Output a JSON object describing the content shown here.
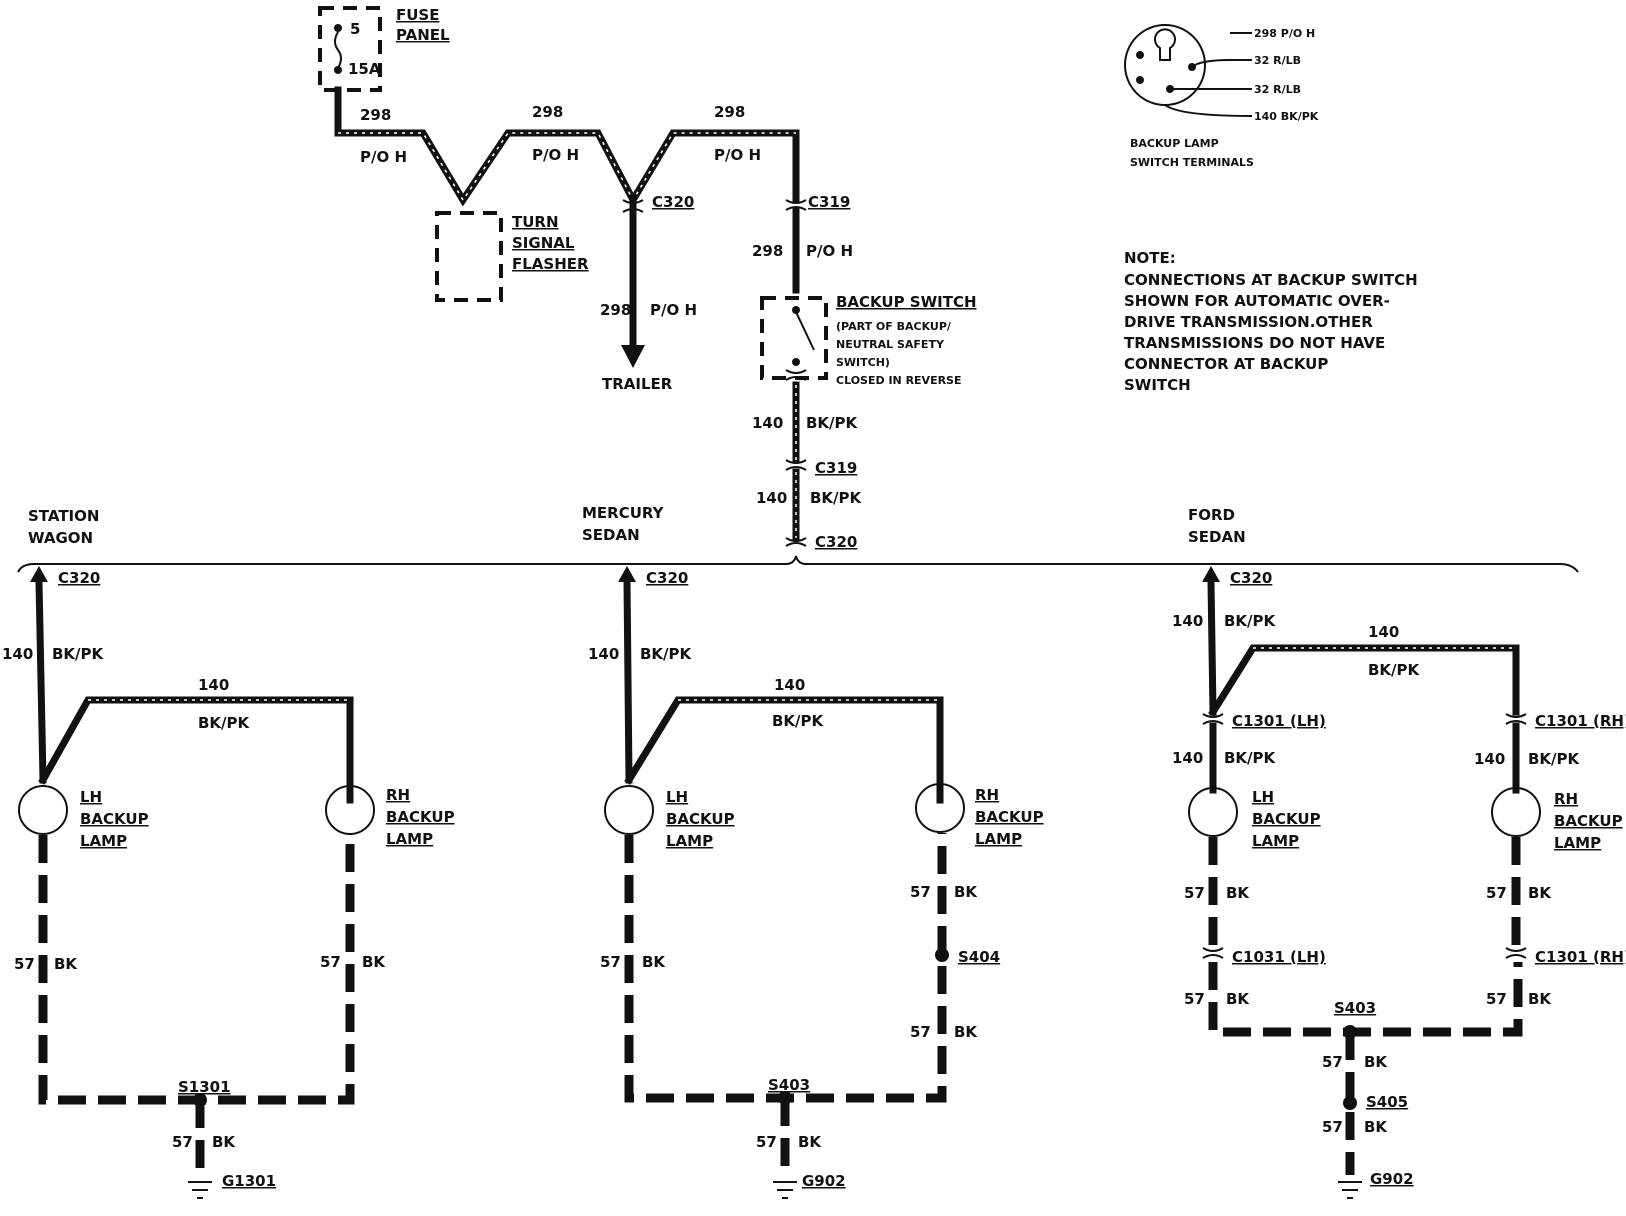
{
  "fuse_panel": {
    "label_line1": "FUSE",
    "label_line2": "PANEL",
    "fuse_number": "5",
    "fuse_rating": "15A"
  },
  "feed_wire": {
    "circuit": "298",
    "color": "P/O H"
  },
  "turn_signal_flasher": {
    "line1": "TURN",
    "line2": "SIGNAL",
    "line3": "FLASHER"
  },
  "connectors": {
    "c320": "C320",
    "c319": "C319"
  },
  "trailer": {
    "circuit": "298",
    "color": "P/O H",
    "label": "TRAILER"
  },
  "backup_switch": {
    "title": "BACKUP SWITCH",
    "note1": "(PART OF BACKUP/",
    "note2": "NEUTRAL SAFETY",
    "note3": "SWITCH)",
    "note4": "CLOSED IN REVERSE"
  },
  "backup_circuit": {
    "circuit": "140",
    "color": "BK/PK"
  },
  "terminals_inset": {
    "items": [
      "298 P/O H",
      "32 R/LB",
      "32 R/LB",
      "140 BK/PK"
    ],
    "caption1": "BACKUP LAMP",
    "caption2": "SWITCH TERMINALS"
  },
  "note": {
    "title": "NOTE:",
    "lines": [
      "CONNECTIONS AT BACKUP SWITCH",
      "SHOWN FOR AUTOMATIC OVER-",
      "DRIVE TRANSMISSION.OTHER",
      "TRANSMISSIONS DO NOT HAVE",
      "CONNECTOR AT BACKUP",
      "SWITCH"
    ]
  },
  "variants": {
    "station_wagon": {
      "line1": "STATION",
      "line2": "WAGON",
      "splice": "S1301",
      "ground": "G1301"
    },
    "mercury_sedan": {
      "line1": "MERCURY",
      "line2": "SEDAN",
      "splice": "S403",
      "splice2": "S404",
      "ground": "G902"
    },
    "ford_sedan": {
      "line1": "FORD",
      "line2": "SEDAN",
      "c_lh_top": "C1301 (LH)",
      "c_rh_top": "C1301 (RH)",
      "c_lh_bot": "C1031 (LH)",
      "c_rh_bot": "C1301 (RH)",
      "splice": "S403",
      "splice2": "S405",
      "ground": "G902"
    }
  },
  "lamp": {
    "lh_line1": "LH",
    "rh_line1": "RH",
    "line2": "BACKUP",
    "line3": "LAMP"
  },
  "ground_wire": {
    "circuit": "57",
    "color": "BK"
  }
}
